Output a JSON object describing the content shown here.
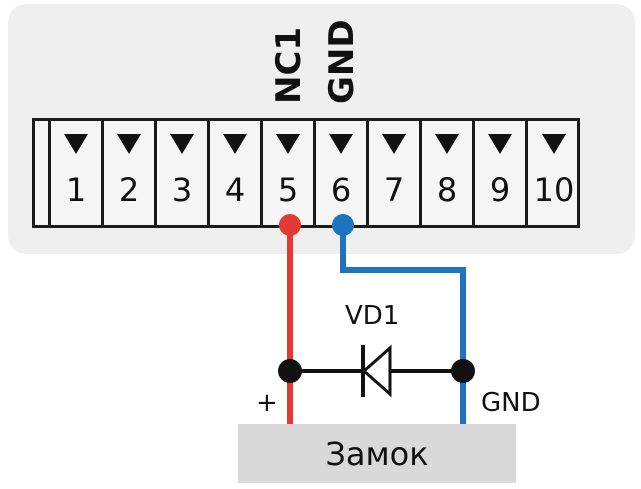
{
  "connector": {
    "pins": [
      "1",
      "2",
      "3",
      "4",
      "5",
      "6",
      "7",
      "8",
      "9",
      "10"
    ],
    "labels": {
      "pin5": "NC1",
      "pin6": "GND"
    }
  },
  "diode": {
    "label": "VD1"
  },
  "lock": {
    "label": "Замок"
  },
  "terminals": {
    "plus": "+",
    "gnd": "GND"
  },
  "colors": {
    "plus_wire": "#e53935",
    "gnd_wire": "#1e73be",
    "outline": "#1a1a1a",
    "board": "#efefef",
    "lock_fill": "#d9d9d9"
  }
}
